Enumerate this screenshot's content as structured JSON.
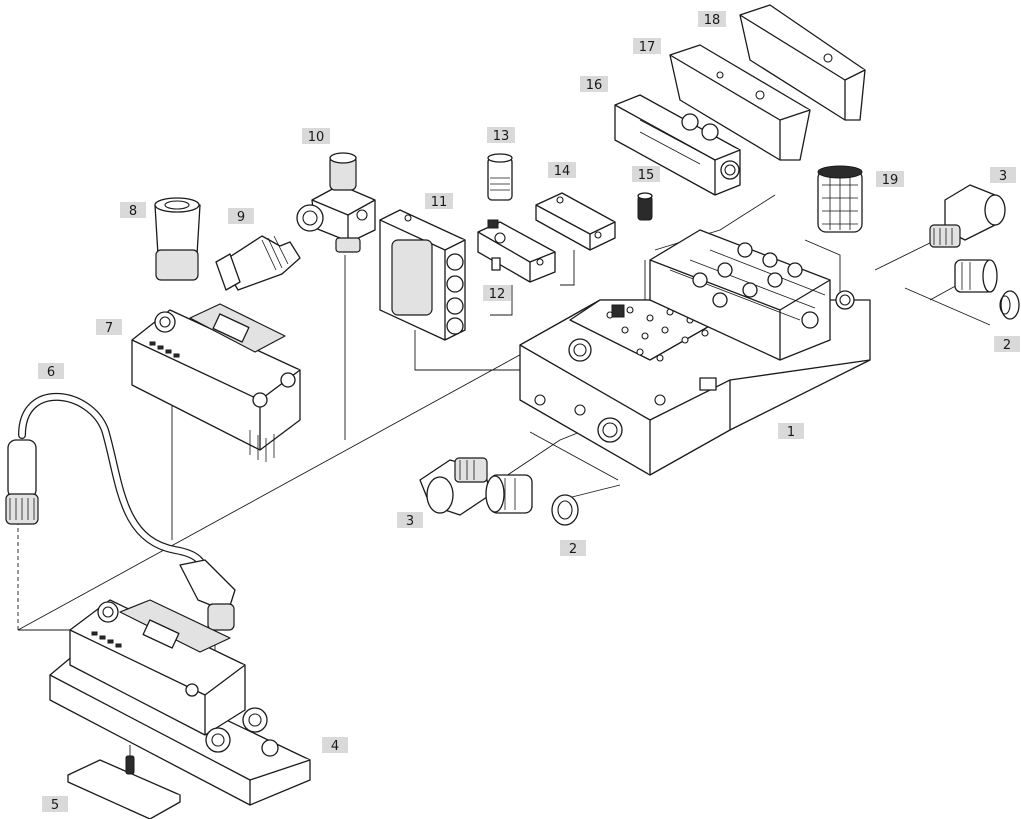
{
  "callouts": [
    {
      "id": "c1",
      "label": "1"
    },
    {
      "id": "c2a",
      "label": "2"
    },
    {
      "id": "c2b",
      "label": "2"
    },
    {
      "id": "c3a",
      "label": "3"
    },
    {
      "id": "c3b",
      "label": "3"
    },
    {
      "id": "c4",
      "label": "4"
    },
    {
      "id": "c5",
      "label": "5"
    },
    {
      "id": "c6",
      "label": "6"
    },
    {
      "id": "c7",
      "label": "7"
    },
    {
      "id": "c8",
      "label": "8"
    },
    {
      "id": "c9",
      "label": "9"
    },
    {
      "id": "c10",
      "label": "10"
    },
    {
      "id": "c11",
      "label": "11"
    },
    {
      "id": "c12",
      "label": "12"
    },
    {
      "id": "c13",
      "label": "13"
    },
    {
      "id": "c14",
      "label": "14"
    },
    {
      "id": "c15",
      "label": "15"
    },
    {
      "id": "c16",
      "label": "16"
    },
    {
      "id": "c17",
      "label": "17"
    },
    {
      "id": "c18",
      "label": "18"
    },
    {
      "id": "c19",
      "label": "19"
    }
  ]
}
